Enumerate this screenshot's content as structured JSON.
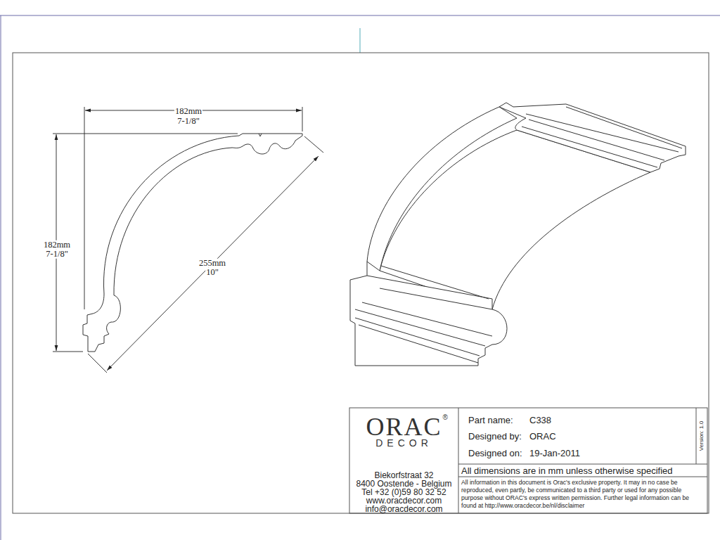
{
  "diagram": {
    "nodes": [
      {
        "text": [
          "ORAC",
          "®",
          "DECOR",
          "Biekorfstraat 32",
          "8400 Oostende - Belgium",
          "Tel +32 (0)59 80 32 52",
          "www.oracdecor.com",
          "info@oracdecor.com"
        ]
      },
      {
        "text": [
          "Part name:",
          "C338"
        ]
      },
      {
        "text": [
          "Designed by:",
          "ORAC"
        ]
      },
      {
        "text": [
          "Designed on:",
          "19-Jan-2011"
        ]
      },
      {
        "text": [
          "Version: 1.0"
        ]
      },
      {
        "text": [
          "All dimensions are in mm unless otherwise specified"
        ]
      },
      {
        "text": [
          "All information in this document is Orac's exclusive property.  It may in no case be reproduced, even partly, be communicated to a third party or used for any possible purpose without ORAC's express written permission. Further legal information can be found at http://www.oracdecor.be/nl/disclaimer"
        ]
      }
    ],
    "labels": [
      "182mm",
      "7-1/8\"",
      "182mm",
      "7-1/8\"",
      "255mm",
      "10\""
    ]
  }
}
